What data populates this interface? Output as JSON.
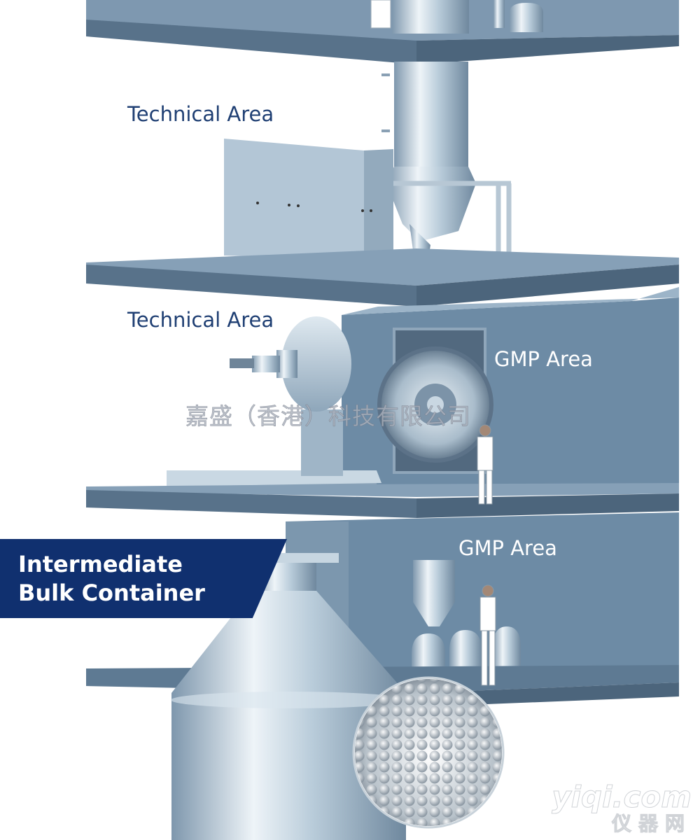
{
  "labels": {
    "technical_area_upper": "Technical Area",
    "technical_area_lower": "Technical Area",
    "gmp_area_upper": "GMP Area",
    "gmp_area_lower": "GMP Area"
  },
  "callout": {
    "line1": "Intermediate",
    "line2": "Bulk Container"
  },
  "watermark": {
    "company": "嘉盛（香港）科技有限公司",
    "site": "yiqi.com",
    "site_cn": "仪器网"
  },
  "colors": {
    "slab": "#5c7891",
    "wall": "#6c8aa4",
    "callout_bg": "#10306f",
    "label_text": "#1f3f73",
    "steel": "#b8cbd9"
  },
  "icons": [
    "worker-figure-icon",
    "spray-dryer-icon",
    "drum-granulator-icon",
    "ibc-container-icon",
    "pellets-zoom-icon"
  ]
}
